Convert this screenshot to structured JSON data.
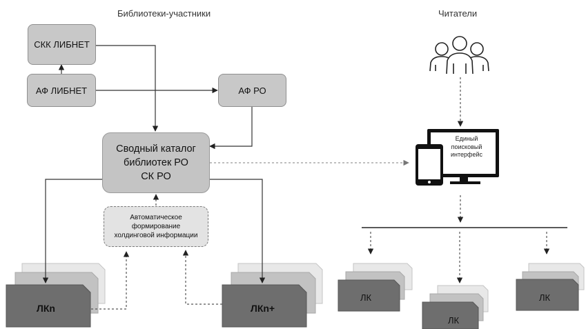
{
  "headers": {
    "libraries": "Библиотеки-участники",
    "readers": "Читатели"
  },
  "nodes": {
    "skk_libnet": "СКК ЛИБНЕТ",
    "af_libnet": "АФ ЛИБНЕТ",
    "af_ro": "АФ РО",
    "catalog_line1": "Сводный каталог",
    "catalog_line2": "библиотек РО",
    "catalog_line3": "СК РО",
    "auto_line1": "Автоматическое",
    "auto_line2": "формирование",
    "auto_line3": "холдинговой информации",
    "lkn": "ЛКn",
    "lkn_plus": "ЛКn+",
    "lk_1": "ЛК",
    "lk_2": "ЛК",
    "lk_3": "ЛК"
  },
  "interface": {
    "line1": "Единый",
    "line2": "поисковый",
    "line3": "интерфейс"
  },
  "icons": [
    "people-icon",
    "computer-monitor-icon",
    "tablet-icon"
  ],
  "colors": {
    "box_fill": "#c8c8c8",
    "stack_dark": "#6e6e6e",
    "stack_mid": "#c2c2c2",
    "stack_light": "#e8e8e8"
  }
}
